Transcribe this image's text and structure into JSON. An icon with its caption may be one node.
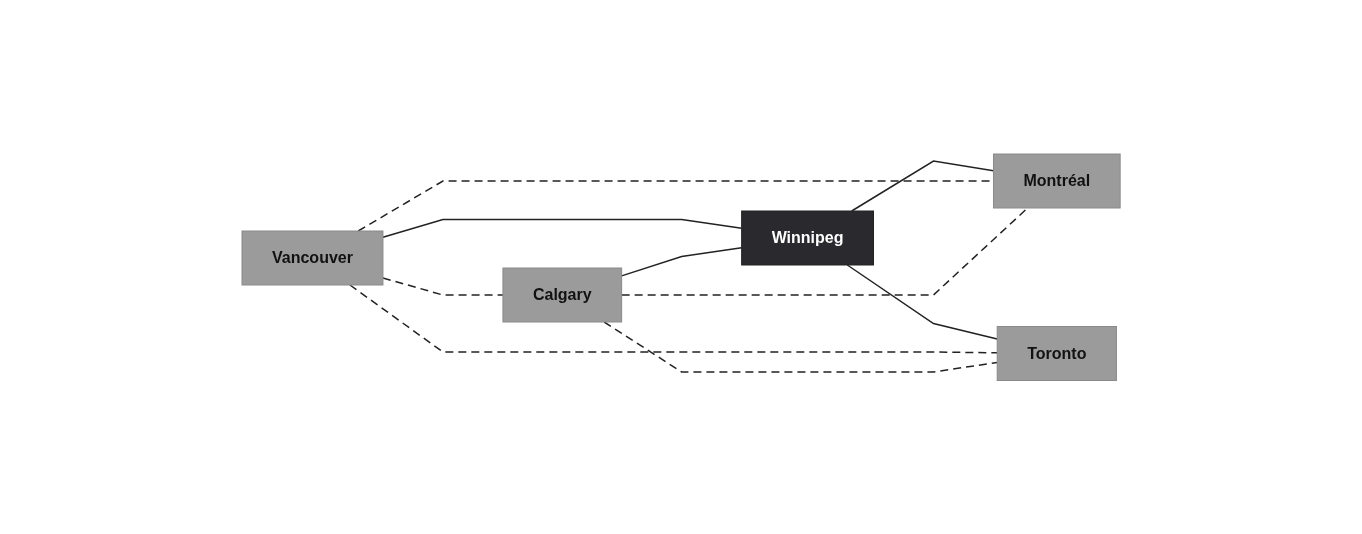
{
  "diagram": {
    "nodes": [
      {
        "text": [
          "Vancouver"
        ]
      },
      {
        "text": [
          "Calgary"
        ]
      },
      {
        "text": [
          "Winnipeg"
        ]
      },
      {
        "text": [
          "Montréal"
        ]
      },
      {
        "text": [
          "Toronto"
        ]
      }
    ],
    "edges": [
      {
        "from": 0,
        "to": 2,
        "arrow": "none"
      },
      {
        "from": 1,
        "to": 2,
        "arrow": "none"
      },
      {
        "from": 2,
        "to": 3,
        "arrow": "none"
      },
      {
        "from": 2,
        "to": 4,
        "arrow": "none"
      },
      {
        "from": 0,
        "to": 3,
        "arrow": "none",
        "style": "dashed"
      },
      {
        "from": 0,
        "to": 4,
        "arrow": "none",
        "style": "dashed"
      },
      {
        "from": 0,
        "to": 1,
        "arrow": "none",
        "style": "dashed"
      },
      {
        "from": 1,
        "to": 4,
        "arrow": "none",
        "style": "dashed"
      },
      {
        "from": 1,
        "to": 3,
        "arrow": "none",
        "style": "dashed"
      }
    ]
  }
}
